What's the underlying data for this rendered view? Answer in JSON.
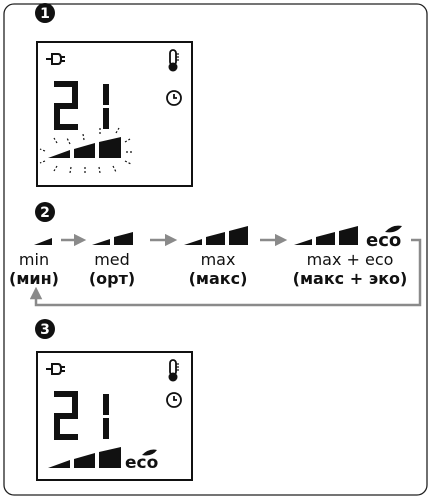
{
  "steps": [
    {
      "number": "1"
    },
    {
      "number": "2"
    },
    {
      "number": "3"
    }
  ],
  "display": {
    "temperature": "21",
    "eco_text": "eco"
  },
  "modes": [
    {
      "name": "min",
      "name_ru": "(мин)",
      "bars": 1
    },
    {
      "name": "med",
      "name_ru": "(орт)",
      "bars": 2
    },
    {
      "name": "max",
      "name_ru": "(макс)",
      "bars": 3
    },
    {
      "name": "max + eco",
      "name_ru": "(макс + эко)",
      "bars": 3,
      "eco": true
    }
  ],
  "colors": {
    "ink": "#111111",
    "arrow": "#8a8a8a",
    "loop": "#8a8a8a",
    "frame": "#222222"
  }
}
